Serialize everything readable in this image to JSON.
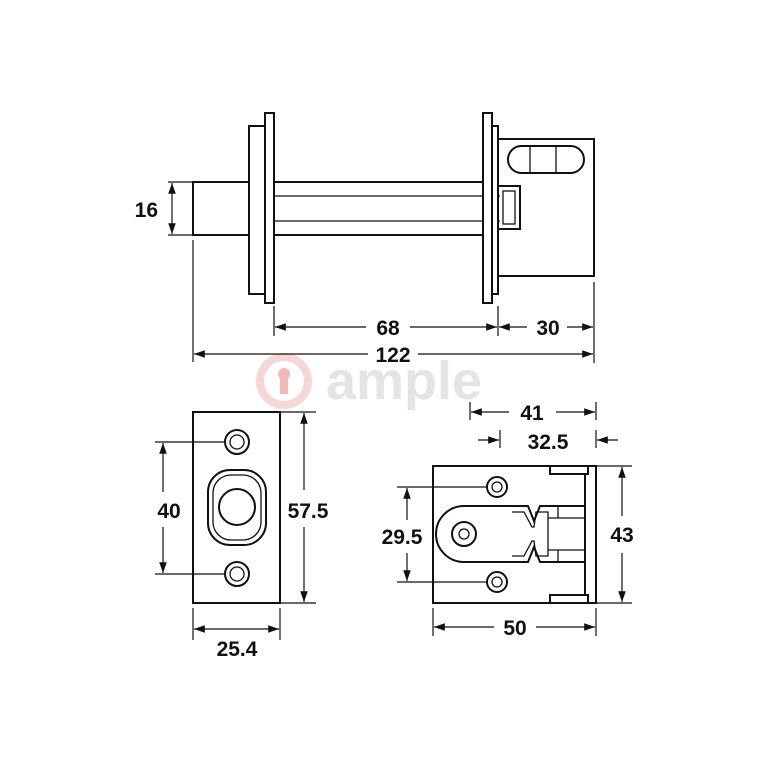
{
  "watermark": {
    "text": "ample",
    "icon": "key-lock-logo-icon"
  },
  "dimensions": {
    "bolt_diameter": "16",
    "backset": "68",
    "bolt_tail": "30",
    "overall_length": "122",
    "faceplate_hole_spacing": "40",
    "faceplate_height": "57.5",
    "faceplate_width": "25.4",
    "keeper_depth": "41",
    "keeper_inner_depth": "32.5",
    "keeper_hole_spacing": "29.5",
    "keeper_height": "43",
    "keeper_width": "50"
  }
}
